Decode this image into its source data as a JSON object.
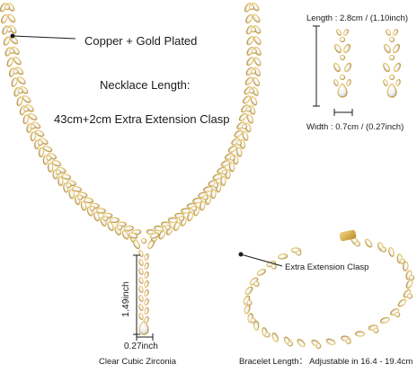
{
  "labels": {
    "material": "Copper + Gold Plated",
    "necklace_length_title": "Necklace Length:",
    "necklace_length_value": "43cm+2cm Extra Extension Clasp",
    "earring_length": "Length : 2.8cm / (1.10inch)",
    "earring_width": "Width : 0.7cm / (0.27inch)",
    "pendant_height": "1.49inch",
    "pendant_width": "0.27inch",
    "stone": "Clear Cubic Zirconia",
    "bracelet_clasp": "Extra Extension Clasp",
    "bracelet_length": "Bracelet Length： Adjustable in 16.4 - 19.4cm"
  },
  "colors": {
    "gold": "#d9b255",
    "gold_dark": "#b88a2c",
    "crystal": "#f4f5f7",
    "crystal_edge": "#c9ccd2",
    "line": "#1a1a1a"
  }
}
